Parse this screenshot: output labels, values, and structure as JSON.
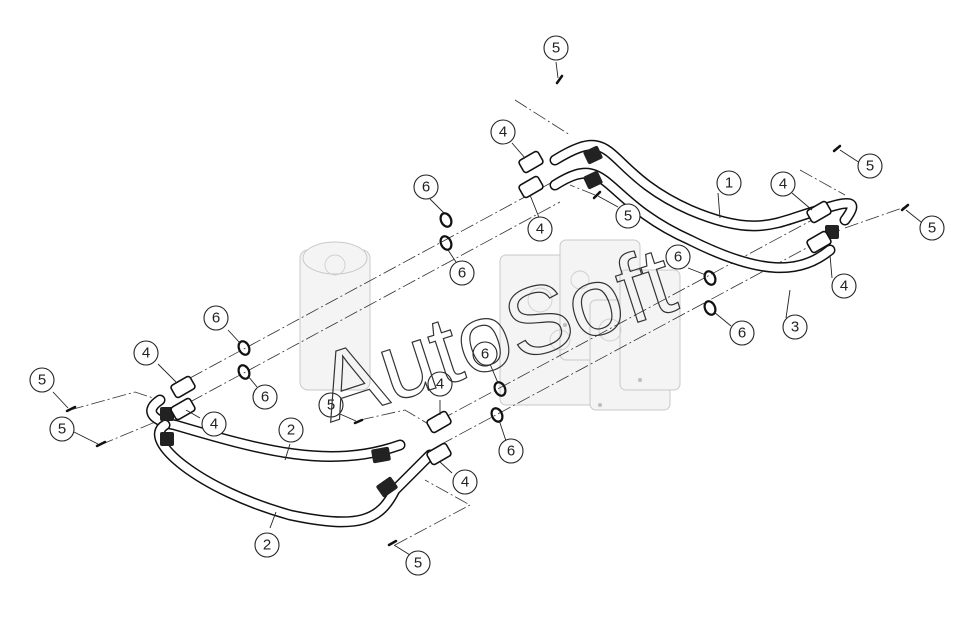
{
  "watermark": "AutoSoft",
  "callouts": [
    {
      "label": "5"
    },
    {
      "label": "4"
    },
    {
      "label": "4"
    },
    {
      "label": "5"
    },
    {
      "label": "6"
    },
    {
      "label": "6"
    },
    {
      "label": "1"
    },
    {
      "label": "4"
    },
    {
      "label": "5"
    },
    {
      "label": "5"
    },
    {
      "label": "4"
    },
    {
      "label": "6"
    },
    {
      "label": "3"
    },
    {
      "label": "6"
    },
    {
      "label": "6"
    },
    {
      "label": "6"
    },
    {
      "label": "4"
    },
    {
      "label": "5"
    },
    {
      "label": "5"
    },
    {
      "label": "4"
    },
    {
      "label": "6"
    },
    {
      "label": "5"
    },
    {
      "label": "4"
    },
    {
      "label": "2"
    },
    {
      "label": "6"
    },
    {
      "label": "4"
    },
    {
      "label": "2"
    },
    {
      "label": "5"
    }
  ]
}
